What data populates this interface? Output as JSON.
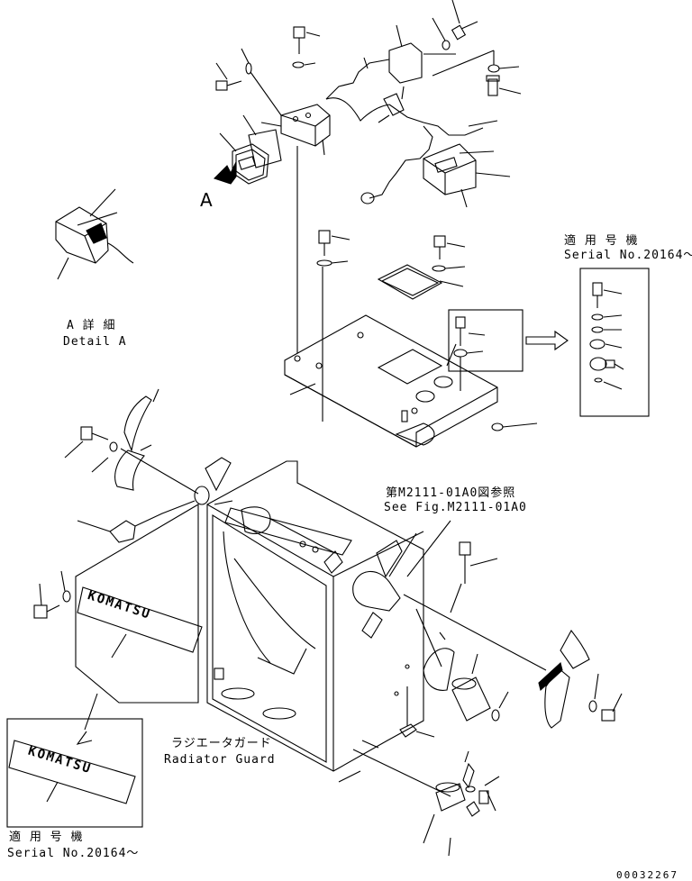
{
  "labels": {
    "view_marker": "A",
    "detail_jp": "A 詳 細",
    "detail_en": "Detail A",
    "serial_top_jp": "適 用 号 機",
    "serial_top_en": "Serial No.20164～",
    "ref_jp": "第M2111-01A0図参照",
    "ref_en": "See Fig.M2111-01A0",
    "guard_jp": "ラジエータガード",
    "guard_en": "Radiator Guard",
    "serial_bottom_jp": "適 用 号 機",
    "serial_bottom_en": "Serial No.20164～",
    "decal_text": "KOMATSU",
    "drawing_number": "00032267"
  },
  "colors": {
    "line": "#000000",
    "background": "#ffffff"
  }
}
